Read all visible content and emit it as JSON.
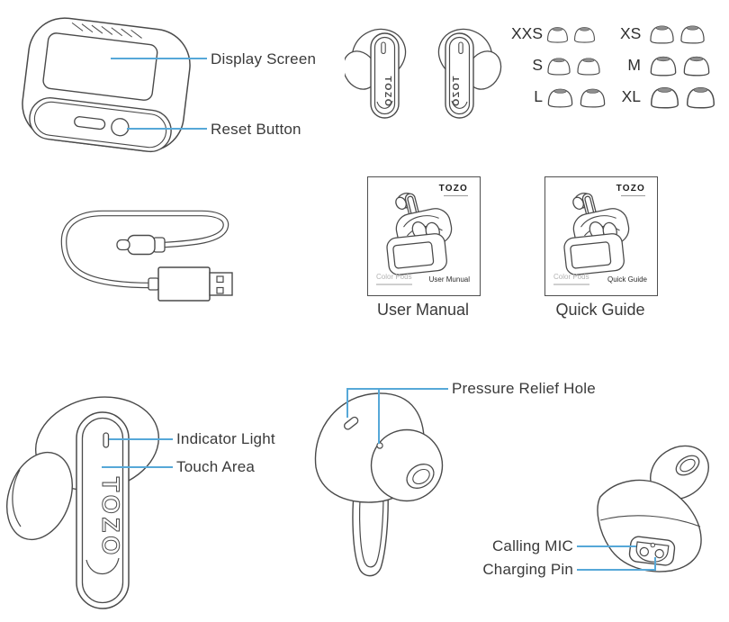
{
  "brand": "TOZO",
  "colors": {
    "leader_line": "#56a8d8",
    "line_art": "#4a4a4a",
    "label_text": "#3a3a3a",
    "tip_opening_fill": "#8f8f8f"
  },
  "case_section": {
    "display_screen_label": "Display Screen",
    "reset_button_label": "Reset Button"
  },
  "eartips_section": {
    "rows": [
      {
        "left": "XXS",
        "right": "XS"
      },
      {
        "left": "S",
        "right": "M"
      },
      {
        "left": "L",
        "right": "XL"
      }
    ]
  },
  "booklets_section": {
    "user_manual": {
      "logo": "TOZO",
      "product_name": "Color Pods",
      "cover_title": "User Munual",
      "caption": "User Manual"
    },
    "quick_guide": {
      "logo": "TOZO",
      "product_name": "Color Pods",
      "cover_title": "Quick Guide",
      "caption": "Quick Guide"
    }
  },
  "front_earbud_section": {
    "indicator_light_label": "Indicator Light",
    "touch_area_label": "Touch Area"
  },
  "back_earbud_section": {
    "pressure_relief_hole_label": "Pressure Relief Hole"
  },
  "bottom_earbud_section": {
    "calling_mic_label": "Calling MIC",
    "charging_pin_label": "Charging Pin"
  }
}
